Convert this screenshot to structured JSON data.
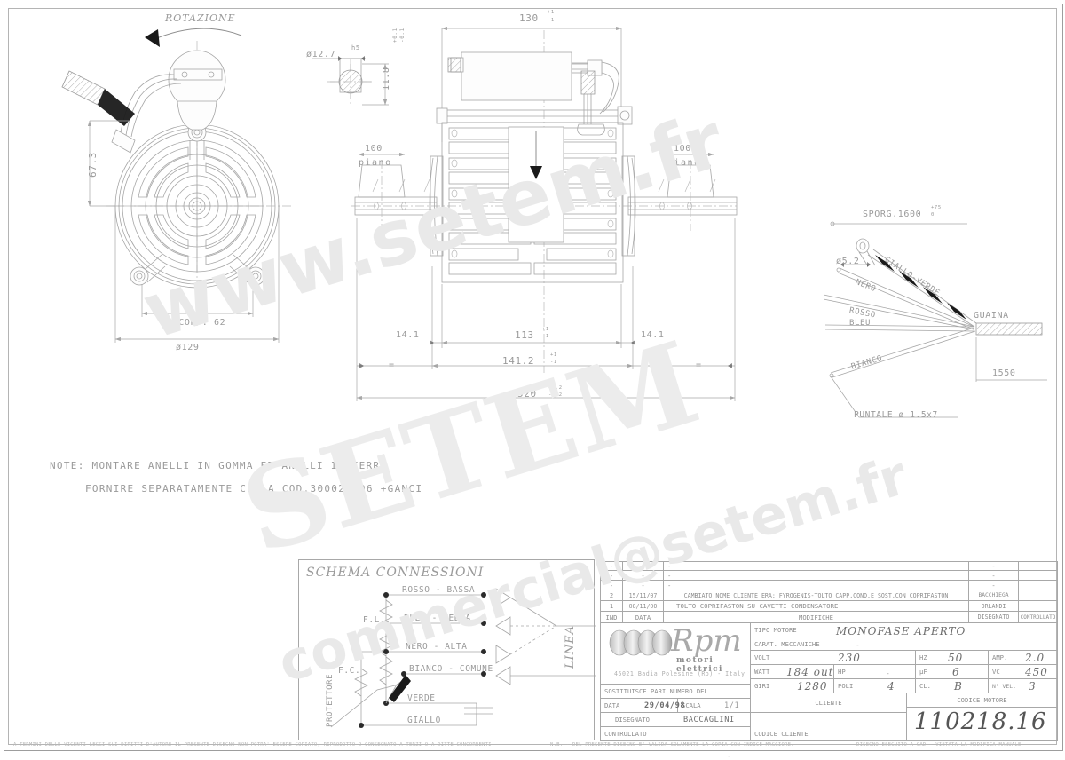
{
  "document": {
    "kind": "technical-drawing",
    "title": "110218.16 MONOFASE APERTO",
    "legal_left": "A TERMINI DELLE VIGENTI LEGGI SUI DIRITTI D'AUTORE IL PRESENTE DISEGNO NON POTRA' ESSERE COPIATO, RIPRODOTTO O CONSEGNATO A TERZI O A DITTE CONCORRENTI.",
    "legal_right_1": "N.B. - DEL PRESENTE DISEGNO E' VALIDA SOLAMENTE LA COPIA CON INDICE MAGGIORE.",
    "legal_right_2": "DISEGNO ESEGUITO A CAD - VIETATA LA MODIFICA MANUALE"
  },
  "watermark": {
    "line1": "www.setem.fr",
    "line2": "SETEM",
    "line3": "commercial@setem.fr",
    "color": "#e9e9e9"
  },
  "views": {
    "front": {
      "rotation_label": "ROTAZIONE",
      "dim_height": "67.3",
      "dim_coupling": "ACCOPP. 62",
      "dim_diameter": "ø129"
    },
    "shaft_detail": {
      "dim_shaft_dia": "ø12.7",
      "dim_shaft_fit": "h5",
      "dim_flat": "11.8",
      "tol_plus": "+0.1",
      "tol_minus": "-0.1"
    },
    "main": {
      "dim_width": "130",
      "dim_width_tol_plus": "+1",
      "dim_width_tol_minus": "-1",
      "dim_plane_left": "100",
      "dim_plane_left_sub": "piano",
      "dim_plane_right": "100",
      "dim_plane_right_sub": "piano",
      "dim_14_left": "14.1",
      "dim_113": "113",
      "dim_113_tol_plus": "+1",
      "dim_113_tol_minus": "-1",
      "dim_14_right": "14.1",
      "dim_141": "141.2",
      "dim_141_tol_plus": "+1",
      "dim_141_tol_minus": "-1",
      "dim_520": "520",
      "dim_520_tol_plus": "+0.2",
      "dim_520_tol_minus": "-0.2",
      "eq_left": "=",
      "eq_right": "="
    },
    "harness": {
      "sporg": "SPORG.1600",
      "sporg_tol_plus": "+75",
      "sporg_tol_minus": "0",
      "hole_dia": "ø5.2",
      "wire_giallo_verde": "GIALLO-VERDE",
      "wire_nero": "NERO",
      "wire_rosso": "ROSSO",
      "wire_bleu": "BLEU",
      "wire_bianco": "BIANCO",
      "guaina": "GUAINA",
      "dim_1550": "1550",
      "puntale": "PUNTALE ø 1.5x7"
    }
  },
  "notes": {
    "line1": "NOTE: MONTARE ANELLI IN GOMMA ED ANELLI IN FERRO",
    "line2": "FORNIRE SEPARATAMENTE CULLA COD.300024.06 +GANCI"
  },
  "schema": {
    "title": "SCHEMA CONNESSIONI",
    "line_label": "LINEA",
    "protettore_label": "PROTETTORE",
    "fl_label": "F.L.",
    "fc_label": "F.C.",
    "wires": [
      {
        "label": "ROSSO - BASSA"
      },
      {
        "label": "BLEU - MEDIA"
      },
      {
        "label": "NERO - ALTA"
      },
      {
        "label": "BIANCO - COMUNE"
      },
      {
        "label": "VERDE"
      },
      {
        "label": "GIALLO"
      }
    ]
  },
  "revision_table": {
    "headers": {
      "ind": "IND",
      "data": "DATA",
      "modifiche": "MODIFICHE",
      "disegnato": "DISEGNATO",
      "controllato": "CONTROLLATO"
    },
    "rows": [
      {
        "ind": "-",
        "data": "-",
        "modifiche": "-",
        "disegnato": "-",
        "controllato": ""
      },
      {
        "ind": "-",
        "data": "-",
        "modifiche": "-",
        "disegnato": "-",
        "controllato": ""
      },
      {
        "ind": "-",
        "data": "-",
        "modifiche": "-",
        "disegnato": "-",
        "controllato": ""
      },
      {
        "ind": "2",
        "data": "15/11/07",
        "modifiche": "CAMBIATO NOME CLIENTE ERA: FYROGENIS-TOLTO CAPP.COND.E SOST.CON COPRIFASTON",
        "disegnato": "BACCHIEGA",
        "controllato": ""
      },
      {
        "ind": "1",
        "data": "08/11/00",
        "modifiche": "TOLTO COPRIFASTON SU CAVETTI CONDENSATORE",
        "disegnato": "ORLANDI",
        "controllato": ""
      }
    ]
  },
  "brand": {
    "name": "Rpm",
    "tagline": "motori elettrici",
    "address": "45021 Badia Polesine (Ro) - Italy"
  },
  "title_block": {
    "tipo_motore_label": "TIPO MOTORE",
    "tipo_motore_value": "MONOFASE APERTO",
    "carat_label": "CARAT. MECCANICHE",
    "carat_value": "-",
    "volt_label": "VOLT",
    "volt_value": "230",
    "hz_label": "HZ",
    "hz_value": "50",
    "amp_label": "AMP.",
    "amp_value": "2.0",
    "watt_label": "WATT",
    "watt_value": "184 out",
    "hp_label": "HP",
    "hp_value": "-",
    "uf_label": "µF",
    "uf_value": "6",
    "vc_label": "VC",
    "vc_value": "450",
    "giri_label": "GIRI",
    "giri_value": "1280",
    "poli_label": "POLI",
    "poli_value": "4",
    "cl_label": "CL.",
    "cl_value": "B",
    "nvel_label": "N° VEL.",
    "nvel_value": "3",
    "sostituisce_label": "SOSTITUISCE PARI NUMERO DEL",
    "sostituisce_value": "-",
    "data_label": "DATA",
    "data_value": "29/04/98",
    "scala_label": "SCALA",
    "scala_value": "1/1",
    "disegnato_label": "DISEGNATO",
    "disegnato_value": "BACCAGLINI",
    "controllato_label": "CONTROLLATO",
    "controllato_value": "",
    "cliente_label": "CLIENTE",
    "codice_cliente_label": "CODICE CLIENTE",
    "codice_motore_label": "CODICE MOTORE",
    "codice_motore_value": "110218.16"
  }
}
